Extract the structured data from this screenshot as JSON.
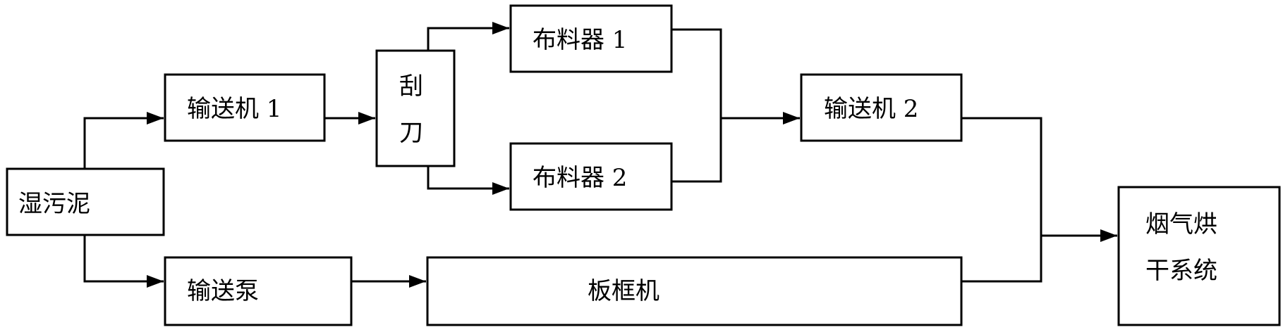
{
  "nodes": {
    "wet_sludge": "湿污泥",
    "conveyor_1": "输送机 1",
    "scraper_line1": "刮",
    "scraper_line2": "刀",
    "distributor_1": "布料器 1",
    "distributor_2": "布料器 2",
    "conveyor_2": "输送机 2",
    "transfer_pump": "输送泵",
    "plate_frame_press": "板框机",
    "dryer_line1": "烟气烘",
    "dryer_line2": "干系统"
  }
}
